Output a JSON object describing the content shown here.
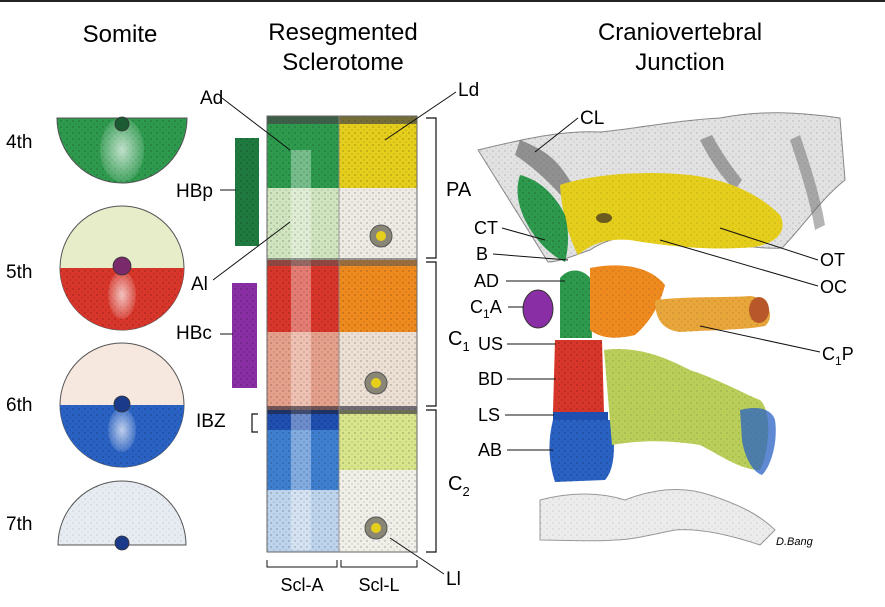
{
  "headers": {
    "somite": "Somite",
    "sclerotome_line1": "Resegmented",
    "sclerotome_line2": "Sclerotome",
    "junction_line1": "Craniovertebral",
    "junction_line2": "Junction"
  },
  "somite_labels": [
    "4th",
    "5th",
    "6th",
    "7th"
  ],
  "sclerotome_labels": {
    "ad": "Ad",
    "hbp": "HBp",
    "al": "Al",
    "hbc": "HBc",
    "ibz": "IBZ",
    "ld": "Ld",
    "li": "Ll",
    "scl_a": "Scl-A",
    "scl_l": "Scl-L"
  },
  "segment_brackets": {
    "pa": "PA",
    "c1": "C",
    "c1_sub": "1",
    "c2": "C",
    "c2_sub": "2"
  },
  "junction_labels": {
    "cl": "CL",
    "ct": "CT",
    "b": "B",
    "ad": "AD",
    "c1a_main": "C",
    "c1a_sub": "1",
    "c1a_tail": "A",
    "us": "US",
    "bd": "BD",
    "ls": "LS",
    "ab": "AB",
    "ot": "OT",
    "oc": "OC",
    "c1p_main": "C",
    "c1p_sub": "1",
    "c1p_tail": "P"
  },
  "signature": "D.Bang",
  "colors": {
    "green": "#2e9a4e",
    "dark_green": "#1f7a40",
    "yellow": "#e6cf1c",
    "red": "#d8362a",
    "orange": "#ef8a1f",
    "blue": "#2a62c4",
    "purple": "#8a2ea6",
    "bone_gray": "#cfcfcf"
  }
}
